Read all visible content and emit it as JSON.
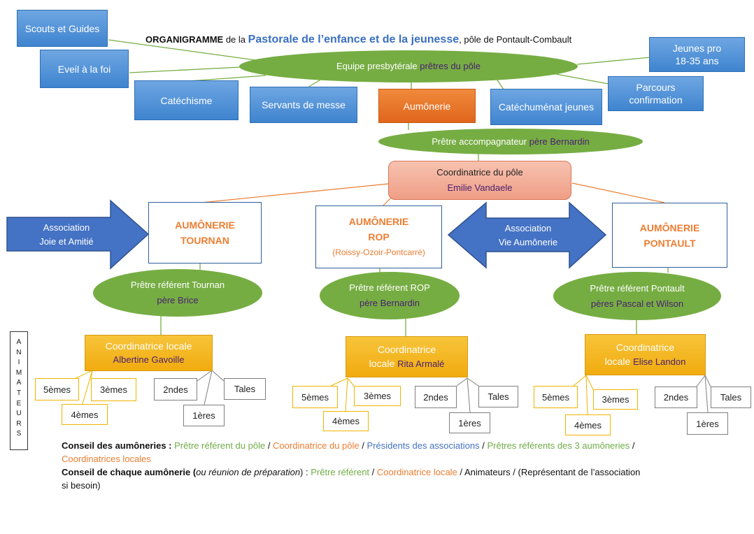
{
  "header": {
    "title_bold": "ORGANIGRAMME",
    "title_de": " de la ",
    "title_main": "Pastorale de l’enfance et de la jeunesse",
    "title_tail": ", pôle de Pontault-Combault"
  },
  "top_boxes": {
    "scouts": "Scouts et Guides",
    "eveil": "Eveil à la foi",
    "catechisme": "Catéchisme",
    "servants": "Servants de messe",
    "aumonerie": "Aumônerie",
    "catechumenat": "Catéchuménat jeunes",
    "parcours_1": "Parcours",
    "parcours_2": "confirmation",
    "jeunes_1": "Jeunes pro",
    "jeunes_2": "18-35 ans"
  },
  "equipe": {
    "label": "Equipe presbytérale ",
    "highlight": "prêtres du pôle"
  },
  "accompagnateur": {
    "label": "Prêtre accompagnateur ",
    "name": "père Bernardin"
  },
  "coordinatrice_pole": {
    "label": "Coordinatrice du pôle",
    "name": "Emilie Vandaele"
  },
  "associations": {
    "joie_1": "Association",
    "joie_2": "Joie et Amitié",
    "vie_1": "Association",
    "vie_2": "Vie Aumônerie"
  },
  "aumoneries": [
    {
      "line1": "AUMÔNERIE",
      "line2": "TOURNAN",
      "sub": "",
      "pretre_label": "Prêtre référent Tournan",
      "pretre_name": "père Brice",
      "coord_label": "Coordinatrice locale",
      "coord_name": "Albertine Gavoille",
      "classes": {
        "c5": "5èmes",
        "c3": "3èmes",
        "c4": "4èmes",
        "c2": "2ndes",
        "ct": "Tales",
        "c1": "1ères"
      }
    },
    {
      "line1": "AUMÔNERIE",
      "line2": "ROP",
      "sub": "(Roissy-Ozoir-Pontcarré)",
      "pretre_label": "Prêtre référent ROP",
      "pretre_name": "père Bernardin",
      "coord_label_1": "Coordinatrice",
      "coord_label_2": "locale ",
      "coord_name": "Rita Armalé",
      "classes": {
        "c5": "5èmes",
        "c3": "3èmes",
        "c4": "4èmes",
        "c2": "2ndes",
        "ct": "Tales",
        "c1": "1ères"
      }
    },
    {
      "line1": "AUMÔNERIE",
      "line2": "PONTAULT",
      "sub": "",
      "pretre_label": "Prêtre référent Pontault",
      "pretre_name": "pères Pascal et Wilson",
      "coord_label_1": "Coordinatrice",
      "coord_label_2": "locale ",
      "coord_name": "Elise Landon",
      "classes": {
        "c5": "5èmes",
        "c3": "3èmes",
        "c4": "4èmes",
        "c2": "2ndes",
        "ct": "Tales",
        "c1": "1ères"
      }
    }
  ],
  "animateurs_letters": [
    "A",
    "N",
    "I",
    "M",
    "A",
    "T",
    "E",
    "U",
    "R",
    "S"
  ],
  "legend": {
    "conseil_title": "Conseil des aumôneries :",
    "c_pretre": "Prêtre référent du pôle",
    "c_coord": "Coordinatrice du pôle",
    "c_presidents": "Présidents des associations",
    "c_pretres3": "Prêtres référents des 3 aumôneries",
    "c_coords": "Coordinatrices locales",
    "sep": " / ",
    "chaque_title": "Conseil de chaque aumônerie (",
    "chaque_italic": "ou réunion de préparation",
    "chaque_close": ") :",
    "k_pretre": "Prêtre référent",
    "k_coord": "Coordinatrice locale",
    "k_anim": "Animateurs",
    "k_rep_1": "(Représentant de l’association",
    "k_rep_2": "si besoin)"
  },
  "colors": {
    "blue": "#3f84cf",
    "green": "#76ad43",
    "orange": "#e0661c",
    "gold": "#f1ab0f",
    "salmon": "#ef9e86",
    "arrow": "#4472c4"
  }
}
